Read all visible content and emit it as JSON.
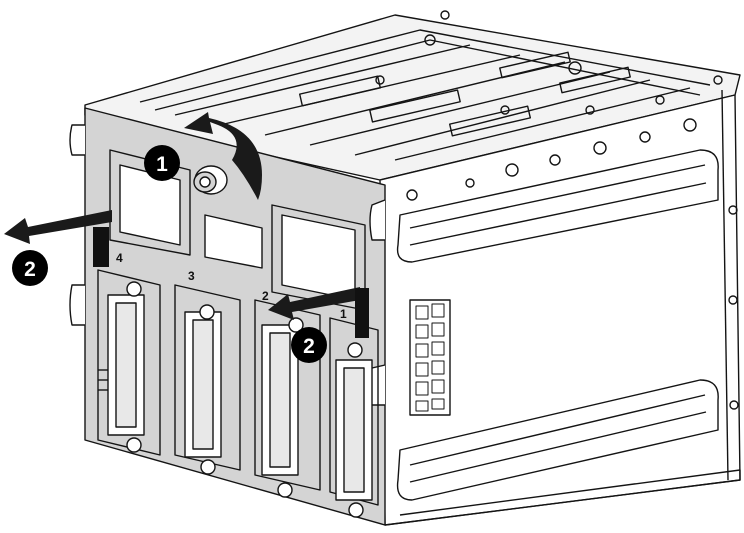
{
  "figure": {
    "callouts": [
      {
        "id": "step1",
        "label": "1"
      },
      {
        "id": "step2_left",
        "label": "2"
      },
      {
        "id": "step2_right",
        "label": "2"
      }
    ],
    "slot_labels": [
      "4",
      "3",
      "2",
      "1"
    ]
  },
  "colors": {
    "frame_face": "#d4d4d4",
    "frame_light": "#f3f3f3",
    "outline": "#141414",
    "callout_fill": "#000000"
  }
}
